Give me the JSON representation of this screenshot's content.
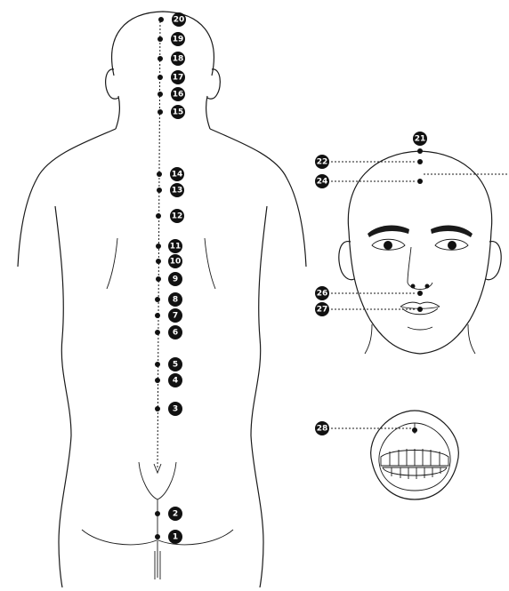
{
  "figures": {
    "back": {
      "name": "back-view",
      "points": [
        {
          "label": "1"
        },
        {
          "label": "2"
        },
        {
          "label": "3"
        },
        {
          "label": "4"
        },
        {
          "label": "5"
        },
        {
          "label": "6"
        },
        {
          "label": "7"
        },
        {
          "label": "8"
        },
        {
          "label": "9"
        },
        {
          "label": "10"
        },
        {
          "label": "11"
        },
        {
          "label": "12"
        },
        {
          "label": "13"
        },
        {
          "label": "14"
        },
        {
          "label": "15"
        },
        {
          "label": "16"
        },
        {
          "label": "17"
        },
        {
          "label": "18"
        },
        {
          "label": "19"
        },
        {
          "label": "20"
        }
      ]
    },
    "face": {
      "name": "face-view",
      "points": [
        {
          "label": "21"
        },
        {
          "label": "22"
        },
        {
          "label": "24"
        },
        {
          "label": "26"
        },
        {
          "label": "27"
        }
      ]
    },
    "mouth": {
      "name": "mouth-view",
      "points": [
        {
          "label": "28"
        }
      ]
    }
  }
}
